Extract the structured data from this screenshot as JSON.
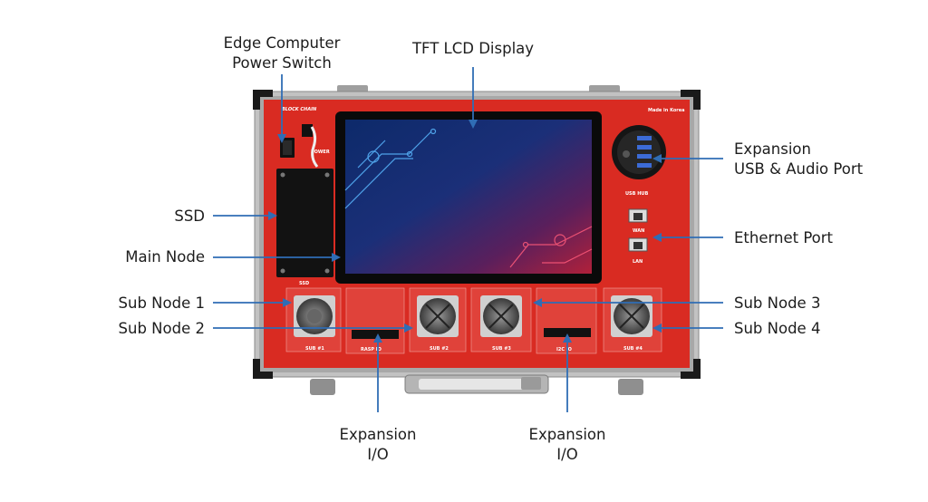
{
  "labels": {
    "power_switch": [
      "Edge Computer",
      "Power Switch"
    ],
    "display": "TFT LCD Display",
    "expansion_usb": [
      "Expansion",
      "USB & Audio Port"
    ],
    "ssd": "SSD",
    "main_node": "Main Node",
    "ethernet": "Ethernet Port",
    "sub_node_1": "Sub Node 1",
    "sub_node_2": "Sub Node 2",
    "sub_node_3": "Sub Node 3",
    "sub_node_4": "Sub Node 4",
    "expansion_io_left": [
      "Expansion",
      "I/O"
    ],
    "expansion_io_right": [
      "Expansion",
      "I/O"
    ]
  },
  "panel_text": {
    "brand": "BLOCK CHAIN",
    "made_in": "Made in Korea",
    "power": "POWER",
    "ssd": "SSD",
    "usb_hub": "USB HUB",
    "wan": "WAN",
    "lan": "LAN",
    "sub1": "SUB #1",
    "rasp_io": "RASP IO",
    "sub2": "SUB #2",
    "sub3": "SUB #3",
    "i2c_io": "I2C IO",
    "sub4": "SUB #4"
  },
  "colors": {
    "panel_red": "#d92b22",
    "frame_silver": "#b9b9b9",
    "corner_black": "#1a1a1a",
    "leader_blue": "#2f6db5",
    "screen_blue": "#1c3f8a",
    "screen_red": "#c0263f"
  }
}
